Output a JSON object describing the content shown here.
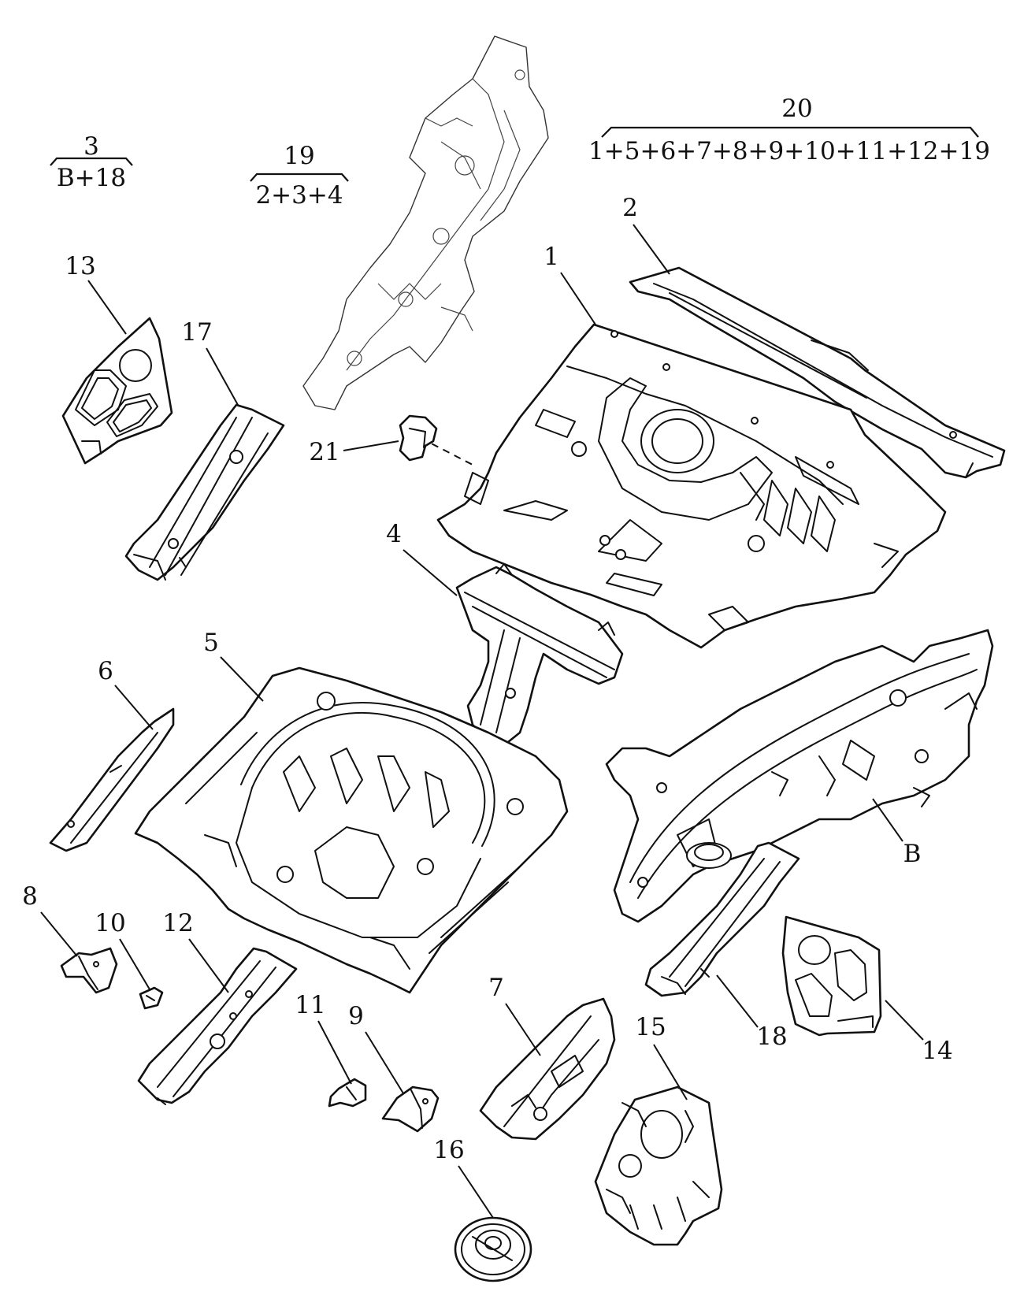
{
  "labels": {
    "p1": "1",
    "p2": "2",
    "p4": "4",
    "p5": "5",
    "p6": "6",
    "p7": "7",
    "p8": "8",
    "p9": "9",
    "p10": "10",
    "p11": "11",
    "p12": "12",
    "p13": "13",
    "p14": "14",
    "p15": "15",
    "p16": "16",
    "p17": "17",
    "p18": "18",
    "p21": "21",
    "pB": "B"
  },
  "groups": {
    "g3": {
      "top": "3",
      "bottom": "B+18"
    },
    "g19": {
      "top": "19",
      "bottom": "2+3+4"
    },
    "g20": {
      "top": "20",
      "bottom": "1+5+6+7+8+9+10+11+12+19"
    }
  }
}
